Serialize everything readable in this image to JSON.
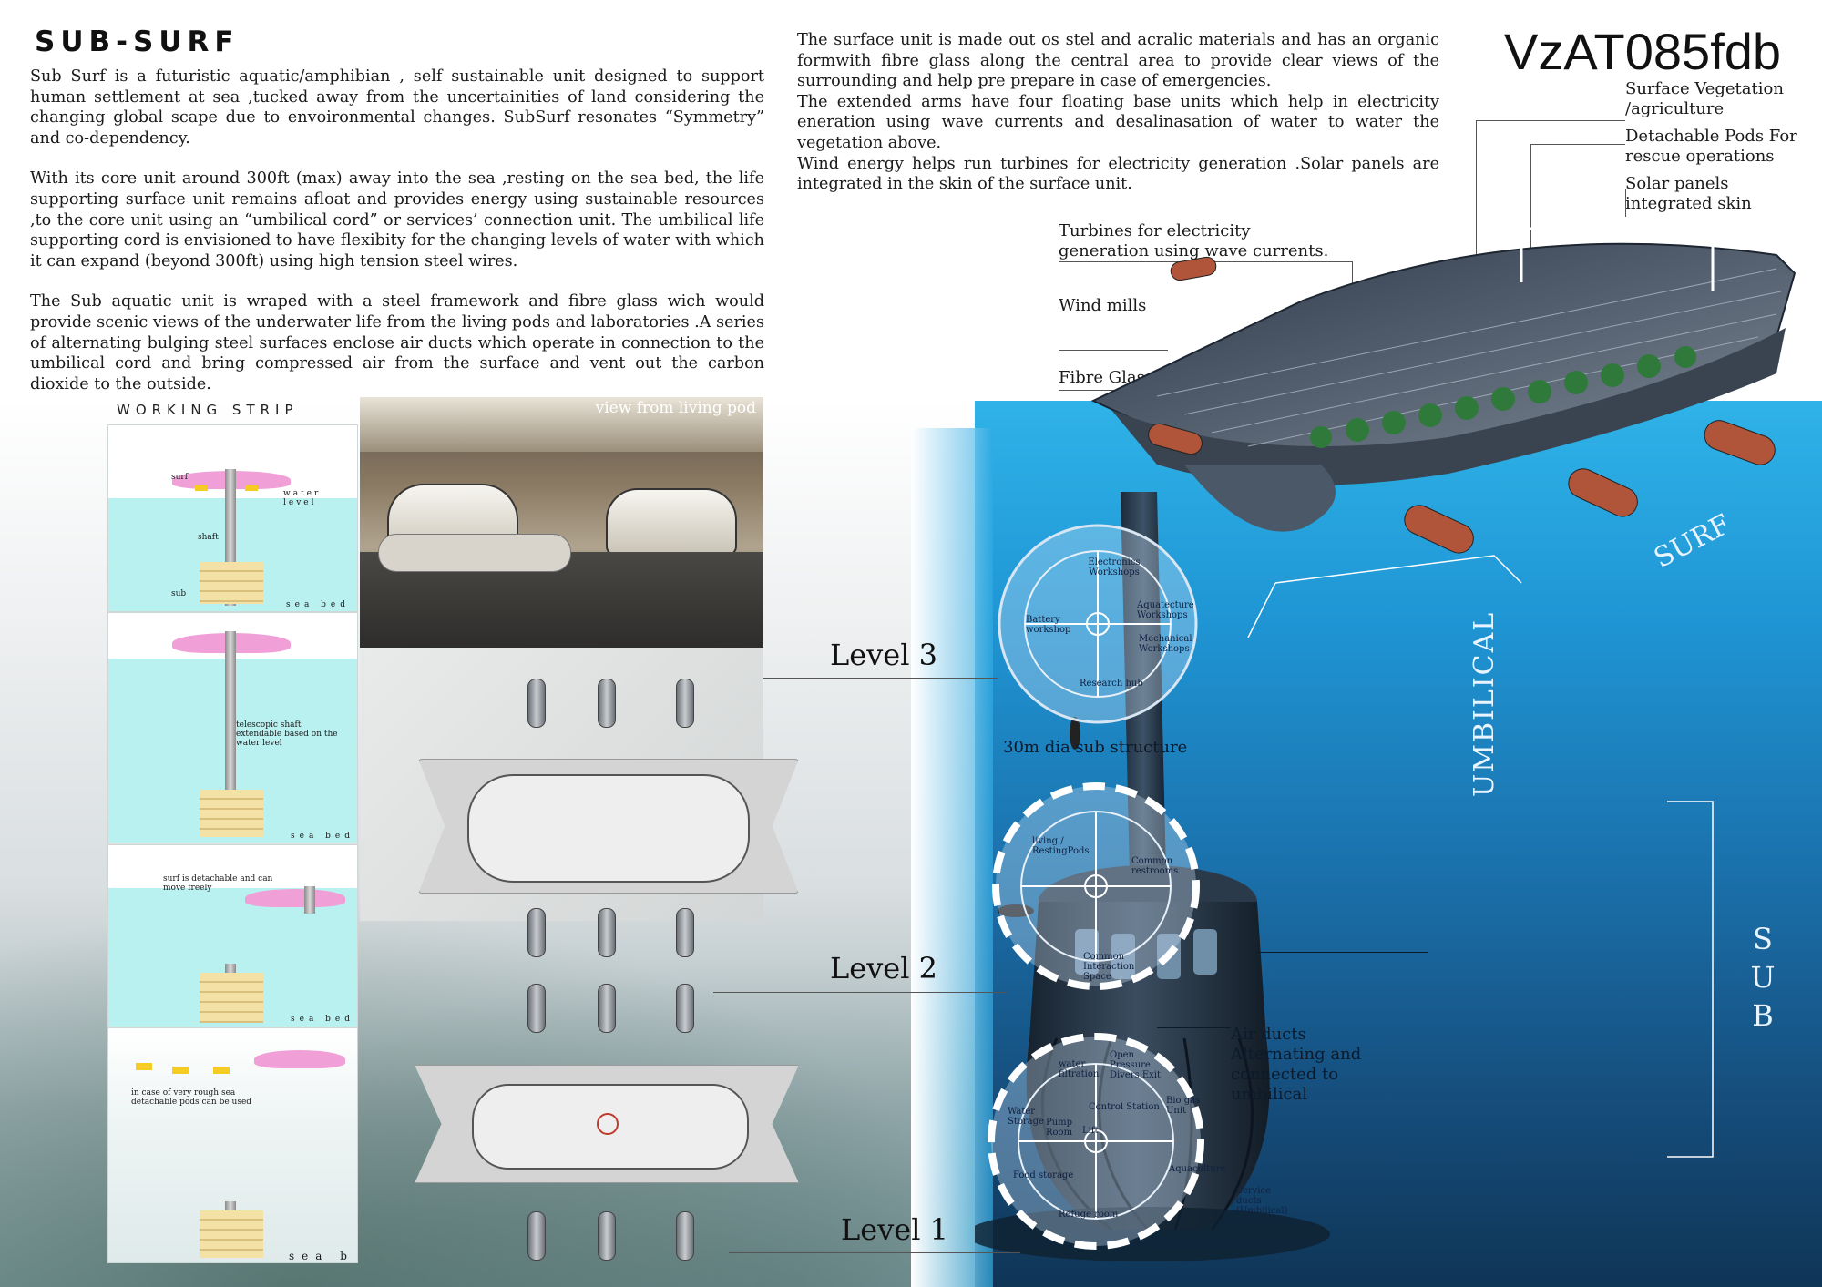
{
  "title": "SUB-SURF",
  "code": "VzAT085fdb",
  "intro_paragraphs": [
    "Sub Surf is a futuristic aquatic/amphibian , self sustainable unit designed to support human settlement at sea ,tucked away from the uncertainities of land considering the changing global scape due to envoironmental changes. SubSurf resonates “Symmetry” and co-dependency.",
    "With its core unit around 300ft (max) away into the sea ,resting on the sea bed, the life supporting surface unit remains afloat and provides energy using sustainable resources ,to the core unit using an “umbilical cord” or services’ connection unit. The umbilical life supporting cord is envisioned to have flexibity for the changing levels of water with which it can expand (beyond 300ft) using high tension steel wires.",
    "The Sub aquatic unit is wraped with a steel framework and fibre glass wich would provide scenic views of the underwater life from the living pods and laboratories .A series of alternating bulging steel surfaces enclose air ducts which operate in connection to the umbilical cord and bring compressed air from the surface and vent out the carbon dioxide to the outside."
  ],
  "right_paragraphs": [
    "The surface unit is made out os stel and acralic materials and has an organic formwith fibre glass along the central area to provide clear views of the surrounding and help pre prepare in case of emergencies.",
    "The extended arms have four floating base units which help in electricity eneration using wave currents and desalinasation of water to water the vegetation above.",
    "Wind energy helps run turbines for electricity generation .Solar panels are integrated in the skin of the surface unit."
  ],
  "labels": {
    "surface_vegetation": "Surface Vegetation /agriculture",
    "detachable_pods": "Detachable Pods For rescue operations",
    "solar_panels": "Solar panels integrated skin",
    "turbines": "Turbines for electricity generation using wave currents.",
    "wind_mills": "Wind mills",
    "fibre_glass": "Fibre Glass",
    "surf": "SURF",
    "umbilical": "UMBILICAL",
    "sub": "S U B",
    "air_ducts": "Air ducts Alternating and connected to umbilical",
    "sub_structure": "30m dia sub structure",
    "view_from_living_pod": "view from living pod"
  },
  "levels": [
    "Level 3",
    "Level 2",
    "Level 1"
  ],
  "level3_rooms": [
    "Electronics Workshops",
    "Battery workshop",
    "Aquatecture Workshops",
    "Mechanical Workshops",
    "Research hub"
  ],
  "level2_rooms": [
    "living / RestingPods",
    "Common restrooms",
    "Common Interaction Space"
  ],
  "level1_rooms": [
    "water filtration",
    "Open Pressure Divers Exit",
    "Water Storage",
    "Pump Room",
    "Control Station",
    "Bio gas Unit",
    "Lift",
    "Food storage",
    "Aquaculture",
    "Refuge room",
    "Service ducts (Umbilical)"
  ],
  "working_strip": {
    "title": "WORKING STRIP",
    "panel1": {
      "surf": "surf",
      "water_level": "water level",
      "shaft": "shaft",
      "sub": "sub",
      "sea_bed": "sea bed"
    },
    "panel2": {
      "note": "telescopic shaft extendable based on the water level",
      "sea_bed": "sea bed"
    },
    "panel3": {
      "note": "surf is detachable and can move freely",
      "sea_bed": "sea bed"
    },
    "panel4": {
      "note": "in case of very rough sea detachable pods can be used",
      "sea_bed": "sea b"
    }
  },
  "colors": {
    "ocean_top": "#2fb3e8",
    "ocean_bottom": "#0f3556",
    "strip_water": "#b9f0f0",
    "surf_pink": "#f0a0d6",
    "pod_yellow": "#f4cc22",
    "sub_base": "#f3e1a6"
  }
}
